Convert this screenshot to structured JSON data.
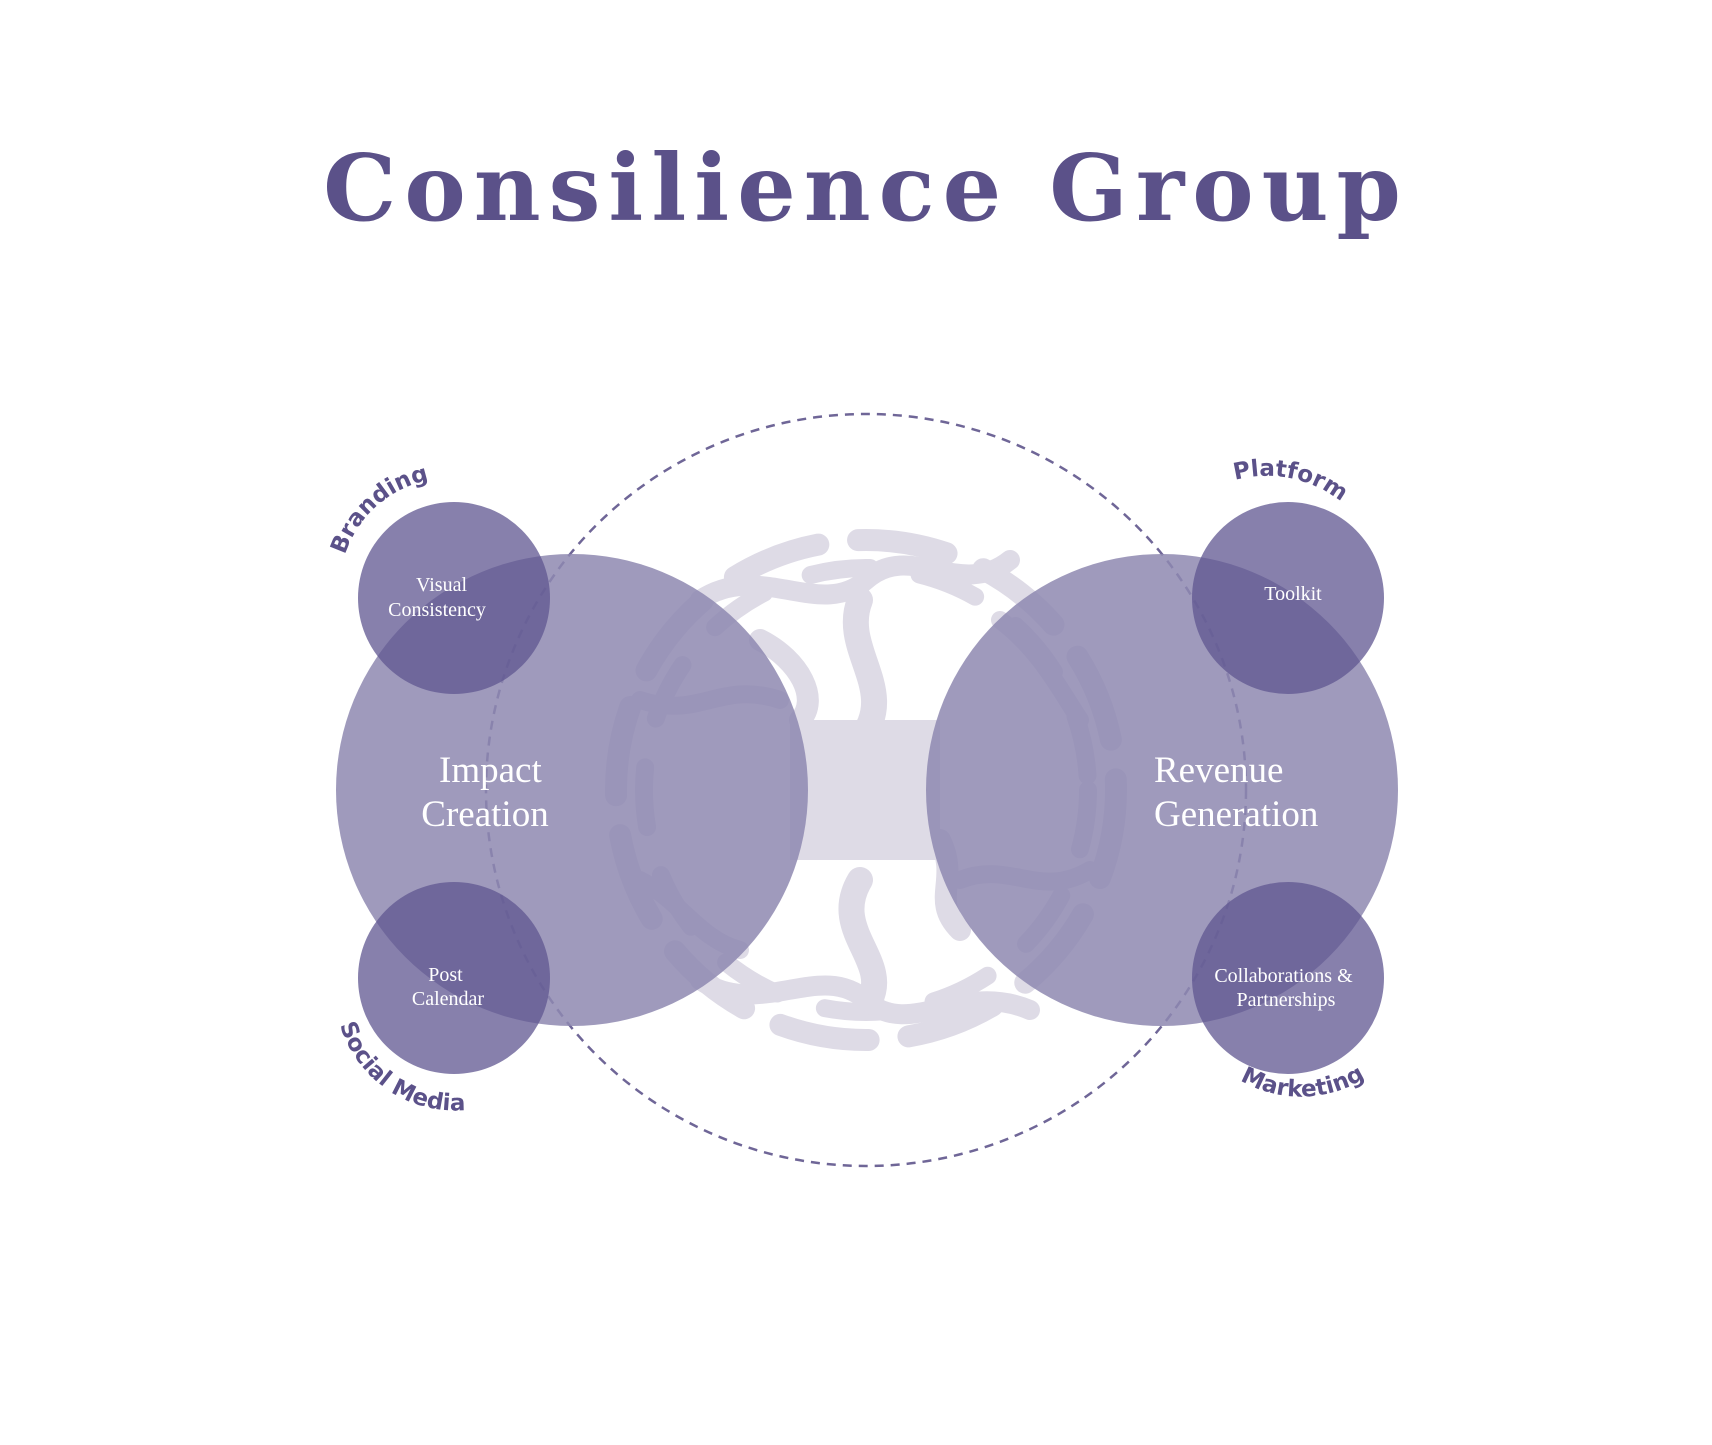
{
  "title": "Consilience Group",
  "colors": {
    "primary": "#5b5189",
    "large_circle": "#9e99bb",
    "small_circle": "#6f6697",
    "small_circle_light": "#8781a9",
    "globe": "#dedbe6",
    "label_text": "#ffffff",
    "dashed": "#6f6697"
  },
  "main": {
    "left": {
      "line1": "Impact",
      "line2": "Creation"
    },
    "right": {
      "line1": "Revenue",
      "line2": "Generation"
    }
  },
  "nodes": {
    "top_left": {
      "line1": "Visual",
      "line2": "Consistency",
      "category": "Branding"
    },
    "bottom_left": {
      "line1": "Post",
      "line2": "Calendar",
      "category": "Social Media"
    },
    "top_right": {
      "line1": "Toolkit",
      "category": "Platform"
    },
    "bottom_right": {
      "line1": "Collaborations &",
      "line2": "Partnerships",
      "category": "Marketing"
    }
  },
  "globe_icon": "globe-icon"
}
